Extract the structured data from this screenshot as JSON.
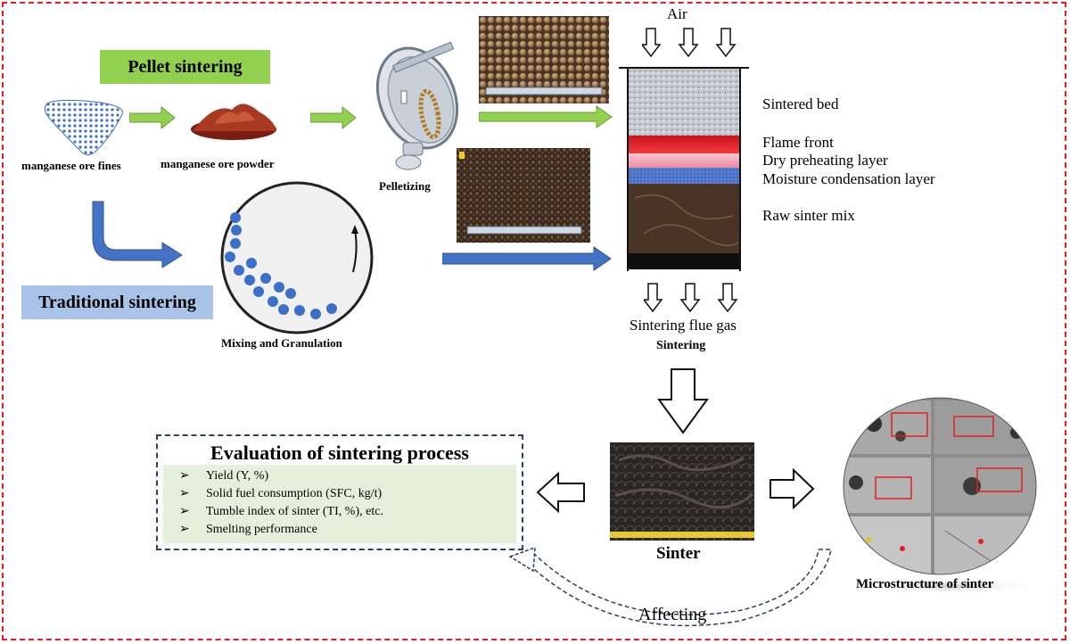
{
  "labels": {
    "pellet_sintering": "Pellet sintering",
    "traditional_sintering": "Traditional sintering",
    "manganese_ore_fines": "manganese ore fines",
    "manganese_ore_powder": "manganese ore powder",
    "pelletizing": "Pelletizing",
    "mixing_granulation": "Mixing and Granulation",
    "air": "Air",
    "sintered_bed": "Sintered bed",
    "flame_front": "Flame front",
    "dry_preheating": "Dry preheating layer",
    "moisture_condensation": "Moisture condensation layer",
    "raw_sinter_mix": "Raw sinter mix",
    "flue_gas": "Sintering flue gas",
    "sintering": "Sintering",
    "sinter": "Sinter",
    "microstructure": "Microstructure of sinter",
    "affecting": "Affecting"
  },
  "evaluation": {
    "title": "Evaluation of sintering process",
    "items": [
      "Yield (Y, %)",
      "Solid fuel consumption (SFC, kg/t)",
      "Tumble index of sinter (TI, %), etc.",
      "Smelting performance"
    ]
  },
  "colors": {
    "frame": "#e02020",
    "green_arrow": "#92d050",
    "blue_arrow": "#4472c4",
    "flame": "#e4262c",
    "preheat": "#f4b6c0",
    "moisture": "#4a72c8",
    "raw_mix": "#4a3426",
    "pellet_pill": "#92d050",
    "trad_pill": "#a9c4e8"
  }
}
